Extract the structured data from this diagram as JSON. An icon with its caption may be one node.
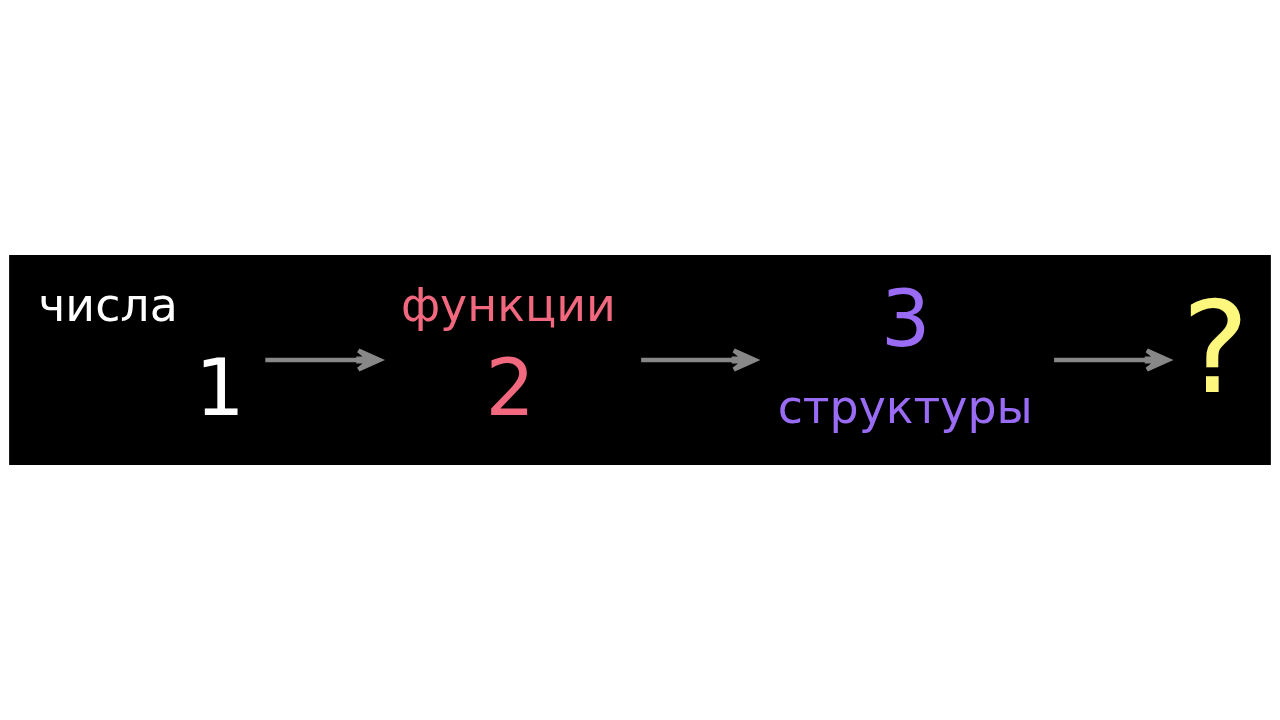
{
  "diagram": {
    "nodes": [
      {
        "text": [
          "1"
        ],
        "beside": [
          "числа"
        ]
      },
      {
        "text": [
          "2"
        ],
        "beside": [
          "функции"
        ]
      },
      {
        "text": [
          "3"
        ],
        "beside": [
          "структуры"
        ]
      },
      {
        "text": [
          "?"
        ]
      }
    ],
    "edges": [
      {
        "from": 0,
        "to": 1,
        "arrow": "to"
      },
      {
        "from": 1,
        "to": 2,
        "arrow": "to"
      },
      {
        "from": 2,
        "to": 3,
        "arrow": "to"
      }
    ]
  }
}
